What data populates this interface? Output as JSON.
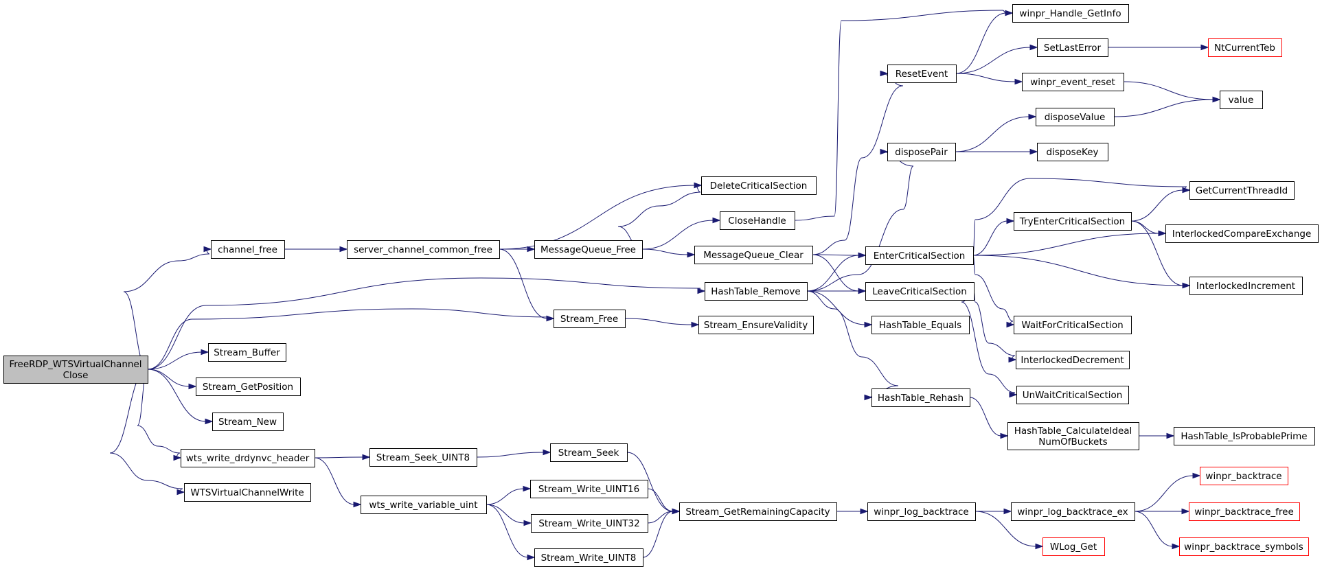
{
  "colors": {
    "edge": "#191970",
    "node_border": "#000000",
    "external_border": "#ff0000",
    "root_fill": "#bfbfbf",
    "node_fill": "#ffffff"
  },
  "nodes": [
    {
      "id": "root",
      "lines": [
        "FreeRDP_WTSVirtualChannel",
        "Close"
      ],
      "kind": "root"
    },
    {
      "id": "channel_free",
      "lines": [
        "channel_free"
      ]
    },
    {
      "id": "server_channel_common_free",
      "lines": [
        "server_channel_common_free"
      ]
    },
    {
      "id": "MessageQueue_Free",
      "lines": [
        "MessageQueue_Free"
      ]
    },
    {
      "id": "DeleteCriticalSection",
      "lines": [
        "DeleteCriticalSection"
      ]
    },
    {
      "id": "CloseHandle",
      "lines": [
        "CloseHandle"
      ]
    },
    {
      "id": "MessageQueue_Clear",
      "lines": [
        "MessageQueue_Clear"
      ]
    },
    {
      "id": "winpr_Handle_GetInfo",
      "lines": [
        "winpr_Handle_GetInfo"
      ]
    },
    {
      "id": "ResetEvent",
      "lines": [
        "ResetEvent"
      ]
    },
    {
      "id": "SetLastError",
      "lines": [
        "SetLastError"
      ]
    },
    {
      "id": "NtCurrentTeb",
      "lines": [
        "NtCurrentTeb"
      ],
      "kind": "external"
    },
    {
      "id": "winpr_event_reset",
      "lines": [
        "winpr_event_reset"
      ]
    },
    {
      "id": "value",
      "lines": [
        "value"
      ]
    },
    {
      "id": "disposeValue",
      "lines": [
        "disposeValue"
      ]
    },
    {
      "id": "disposePair",
      "lines": [
        "disposePair"
      ]
    },
    {
      "id": "disposeKey",
      "lines": [
        "disposeKey"
      ]
    },
    {
      "id": "GetCurrentThreadId",
      "lines": [
        "GetCurrentThreadId"
      ]
    },
    {
      "id": "TryEnterCriticalSection",
      "lines": [
        "TryEnterCriticalSection"
      ]
    },
    {
      "id": "InterlockedCompareExchange",
      "lines": [
        "InterlockedCompareExchange"
      ]
    },
    {
      "id": "EnterCriticalSection",
      "lines": [
        "EnterCriticalSection"
      ]
    },
    {
      "id": "InterlockedIncrement",
      "lines": [
        "InterlockedIncrement"
      ]
    },
    {
      "id": "HashTable_Remove",
      "lines": [
        "HashTable_Remove"
      ]
    },
    {
      "id": "LeaveCriticalSection",
      "lines": [
        "LeaveCriticalSection"
      ]
    },
    {
      "id": "HashTable_Equals",
      "lines": [
        "HashTable_Equals"
      ]
    },
    {
      "id": "WaitForCriticalSection",
      "lines": [
        "WaitForCriticalSection"
      ]
    },
    {
      "id": "Stream_Free",
      "lines": [
        "Stream_Free"
      ]
    },
    {
      "id": "Stream_EnsureValidity",
      "lines": [
        "Stream_EnsureValidity"
      ]
    },
    {
      "id": "Stream_Buffer",
      "lines": [
        "Stream_Buffer"
      ]
    },
    {
      "id": "InterlockedDecrement",
      "lines": [
        "InterlockedDecrement"
      ]
    },
    {
      "id": "Stream_GetPosition",
      "lines": [
        "Stream_GetPosition"
      ]
    },
    {
      "id": "UnWaitCriticalSection",
      "lines": [
        "UnWaitCriticalSection"
      ]
    },
    {
      "id": "HashTable_Rehash",
      "lines": [
        "HashTable_Rehash"
      ]
    },
    {
      "id": "Stream_New",
      "lines": [
        "Stream_New"
      ]
    },
    {
      "id": "HashTable_CalculateIdealNumOfBuckets",
      "lines": [
        "HashTable_CalculateIdeal",
        "NumOfBuckets"
      ]
    },
    {
      "id": "HashTable_IsProbablePrime",
      "lines": [
        "HashTable_IsProbablePrime"
      ]
    },
    {
      "id": "wts_write_drdynvc_header",
      "lines": [
        "wts_write_drdynvc_header"
      ]
    },
    {
      "id": "Stream_Seek_UINT8",
      "lines": [
        "Stream_Seek_UINT8"
      ]
    },
    {
      "id": "Stream_Seek",
      "lines": [
        "Stream_Seek"
      ]
    },
    {
      "id": "winpr_backtrace",
      "lines": [
        "winpr_backtrace"
      ],
      "kind": "external"
    },
    {
      "id": "WTSVirtualChannelWrite",
      "lines": [
        "WTSVirtualChannelWrite"
      ]
    },
    {
      "id": "Stream_Write_UINT16",
      "lines": [
        "Stream_Write_UINT16"
      ]
    },
    {
      "id": "wts_write_variable_uint",
      "lines": [
        "wts_write_variable_uint"
      ]
    },
    {
      "id": "Stream_GetRemainingCapacity",
      "lines": [
        "Stream_GetRemainingCapacity"
      ]
    },
    {
      "id": "winpr_log_backtrace",
      "lines": [
        "winpr_log_backtrace"
      ]
    },
    {
      "id": "winpr_log_backtrace_ex",
      "lines": [
        "winpr_log_backtrace_ex"
      ]
    },
    {
      "id": "winpr_backtrace_free",
      "lines": [
        "winpr_backtrace_free"
      ],
      "kind": "external"
    },
    {
      "id": "Stream_Write_UINT32",
      "lines": [
        "Stream_Write_UINT32"
      ]
    },
    {
      "id": "WLog_Get",
      "lines": [
        "WLog_Get"
      ],
      "kind": "external"
    },
    {
      "id": "winpr_backtrace_symbols",
      "lines": [
        "winpr_backtrace_symbols"
      ],
      "kind": "external"
    },
    {
      "id": "Stream_Write_UINT8",
      "lines": [
        "Stream_Write_UINT8"
      ]
    }
  ],
  "edges": [
    [
      "root",
      "channel_free"
    ],
    [
      "root",
      "HashTable_Remove"
    ],
    [
      "root",
      "Stream_Free"
    ],
    [
      "root",
      "Stream_Buffer"
    ],
    [
      "root",
      "Stream_GetPosition"
    ],
    [
      "root",
      "Stream_New"
    ],
    [
      "root",
      "wts_write_drdynvc_header"
    ],
    [
      "root",
      "WTSVirtualChannelWrite"
    ],
    [
      "channel_free",
      "server_channel_common_free"
    ],
    [
      "server_channel_common_free",
      "DeleteCriticalSection"
    ],
    [
      "server_channel_common_free",
      "MessageQueue_Free"
    ],
    [
      "server_channel_common_free",
      "Stream_Free"
    ],
    [
      "MessageQueue_Free",
      "DeleteCriticalSection"
    ],
    [
      "MessageQueue_Free",
      "CloseHandle"
    ],
    [
      "MessageQueue_Free",
      "MessageQueue_Clear"
    ],
    [
      "CloseHandle",
      "winpr_Handle_GetInfo"
    ],
    [
      "MessageQueue_Clear",
      "ResetEvent"
    ],
    [
      "MessageQueue_Clear",
      "EnterCriticalSection"
    ],
    [
      "MessageQueue_Clear",
      "LeaveCriticalSection"
    ],
    [
      "ResetEvent",
      "winpr_Handle_GetInfo"
    ],
    [
      "ResetEvent",
      "SetLastError"
    ],
    [
      "ResetEvent",
      "winpr_event_reset"
    ],
    [
      "SetLastError",
      "NtCurrentTeb"
    ],
    [
      "winpr_event_reset",
      "value"
    ],
    [
      "disposeValue",
      "value"
    ],
    [
      "disposePair",
      "disposeValue"
    ],
    [
      "disposePair",
      "disposeKey"
    ],
    [
      "HashTable_Remove",
      "disposePair"
    ],
    [
      "HashTable_Remove",
      "EnterCriticalSection"
    ],
    [
      "HashTable_Remove",
      "LeaveCriticalSection"
    ],
    [
      "HashTable_Remove",
      "HashTable_Equals"
    ],
    [
      "HashTable_Remove",
      "HashTable_Rehash"
    ],
    [
      "EnterCriticalSection",
      "GetCurrentThreadId"
    ],
    [
      "EnterCriticalSection",
      "TryEnterCriticalSection"
    ],
    [
      "EnterCriticalSection",
      "InterlockedCompareExchange"
    ],
    [
      "EnterCriticalSection",
      "InterlockedIncrement"
    ],
    [
      "EnterCriticalSection",
      "WaitForCriticalSection"
    ],
    [
      "TryEnterCriticalSection",
      "GetCurrentThreadId"
    ],
    [
      "TryEnterCriticalSection",
      "InterlockedCompareExchange"
    ],
    [
      "TryEnterCriticalSection",
      "InterlockedIncrement"
    ],
    [
      "LeaveCriticalSection",
      "InterlockedDecrement"
    ],
    [
      "LeaveCriticalSection",
      "UnWaitCriticalSection"
    ],
    [
      "Stream_Free",
      "Stream_EnsureValidity"
    ],
    [
      "HashTable_Rehash",
      "HashTable_CalculateIdealNumOfBuckets"
    ],
    [
      "HashTable_CalculateIdealNumOfBuckets",
      "HashTable_IsProbablePrime"
    ],
    [
      "wts_write_drdynvc_header",
      "Stream_Seek_UINT8"
    ],
    [
      "wts_write_drdynvc_header",
      "wts_write_variable_uint"
    ],
    [
      "Stream_Seek_UINT8",
      "Stream_Seek"
    ],
    [
      "Stream_Seek",
      "Stream_GetRemainingCapacity"
    ],
    [
      "wts_write_variable_uint",
      "Stream_Write_UINT16"
    ],
    [
      "wts_write_variable_uint",
      "Stream_Write_UINT32"
    ],
    [
      "wts_write_variable_uint",
      "Stream_Write_UINT8"
    ],
    [
      "Stream_Write_UINT16",
      "Stream_GetRemainingCapacity"
    ],
    [
      "Stream_Write_UINT32",
      "Stream_GetRemainingCapacity"
    ],
    [
      "Stream_Write_UINT8",
      "Stream_GetRemainingCapacity"
    ],
    [
      "Stream_GetRemainingCapacity",
      "winpr_log_backtrace"
    ],
    [
      "winpr_log_backtrace",
      "winpr_log_backtrace_ex"
    ],
    [
      "winpr_log_backtrace",
      "WLog_Get"
    ],
    [
      "winpr_log_backtrace_ex",
      "winpr_backtrace"
    ],
    [
      "winpr_log_backtrace_ex",
      "winpr_backtrace_free"
    ],
    [
      "winpr_log_backtrace_ex",
      "winpr_backtrace_symbols"
    ]
  ]
}
